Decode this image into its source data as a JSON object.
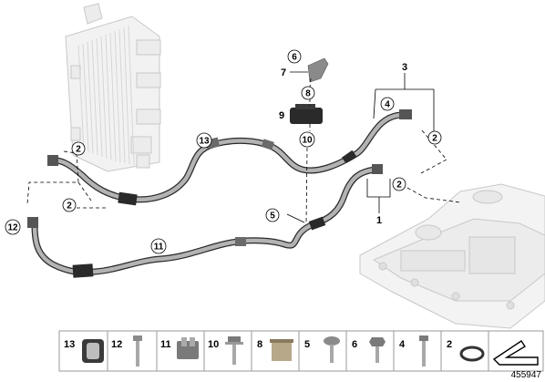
{
  "diagram": {
    "callouts": [
      "1",
      "2",
      "2",
      "2",
      "2",
      "2",
      "3",
      "4",
      "5",
      "6",
      "7",
      "8",
      "9",
      "10",
      "11",
      "12",
      "13"
    ],
    "legend": [
      {
        "num": "13",
        "icon": "clamp-sleeve-icon"
      },
      {
        "num": "12",
        "icon": "bolt-icon"
      },
      {
        "num": "11",
        "icon": "clip-bracket-icon"
      },
      {
        "num": "10",
        "icon": "flange-bolt-icon"
      },
      {
        "num": "8",
        "icon": "spacer-sleeve-icon"
      },
      {
        "num": "5",
        "icon": "torx-bolt-icon"
      },
      {
        "num": "6",
        "icon": "hex-bolt-icon"
      },
      {
        "num": "4",
        "icon": "long-bolt-icon"
      },
      {
        "num": "2",
        "icon": "o-ring-icon"
      },
      {
        "num": "",
        "icon": "arrow-icon"
      }
    ],
    "reference_number": "455947"
  }
}
